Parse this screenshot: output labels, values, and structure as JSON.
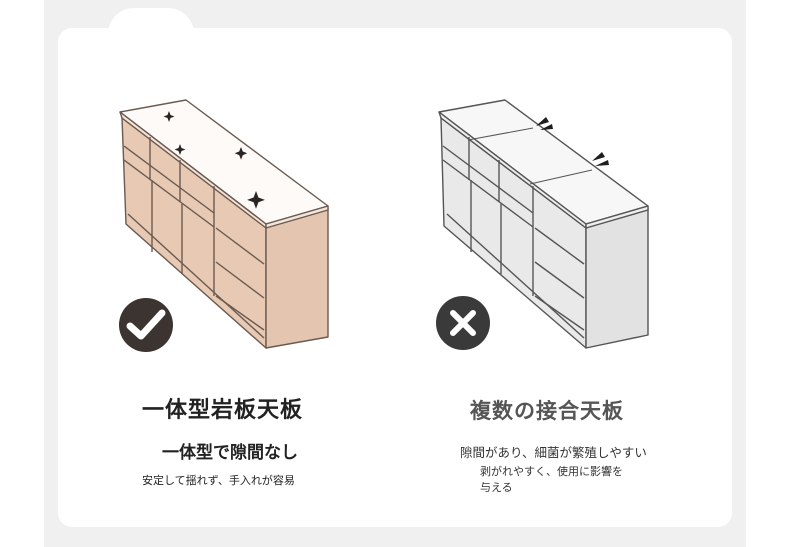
{
  "left_panel": {
    "title": "一体型岩板天板",
    "subtitle": "一体型で隙間なし",
    "description": "安定して揺れず、手入れが容易",
    "badge_icon": "check-icon",
    "colors": {
      "cabinet": "#e7c9b4",
      "top": "#fdfaf7",
      "badge": "#3b3430"
    }
  },
  "right_panel": {
    "title": "複数の接合天板",
    "description_line1": "隙間があり、細菌が繁殖しやすい",
    "description_line2a": "剥がれやすく、使用に影響を",
    "description_line2b": "与える",
    "badge_icon": "cross-icon",
    "colors": {
      "cabinet": "#e8e8e8",
      "top": "#f7f7f7",
      "badge": "#3b3a3a"
    }
  }
}
